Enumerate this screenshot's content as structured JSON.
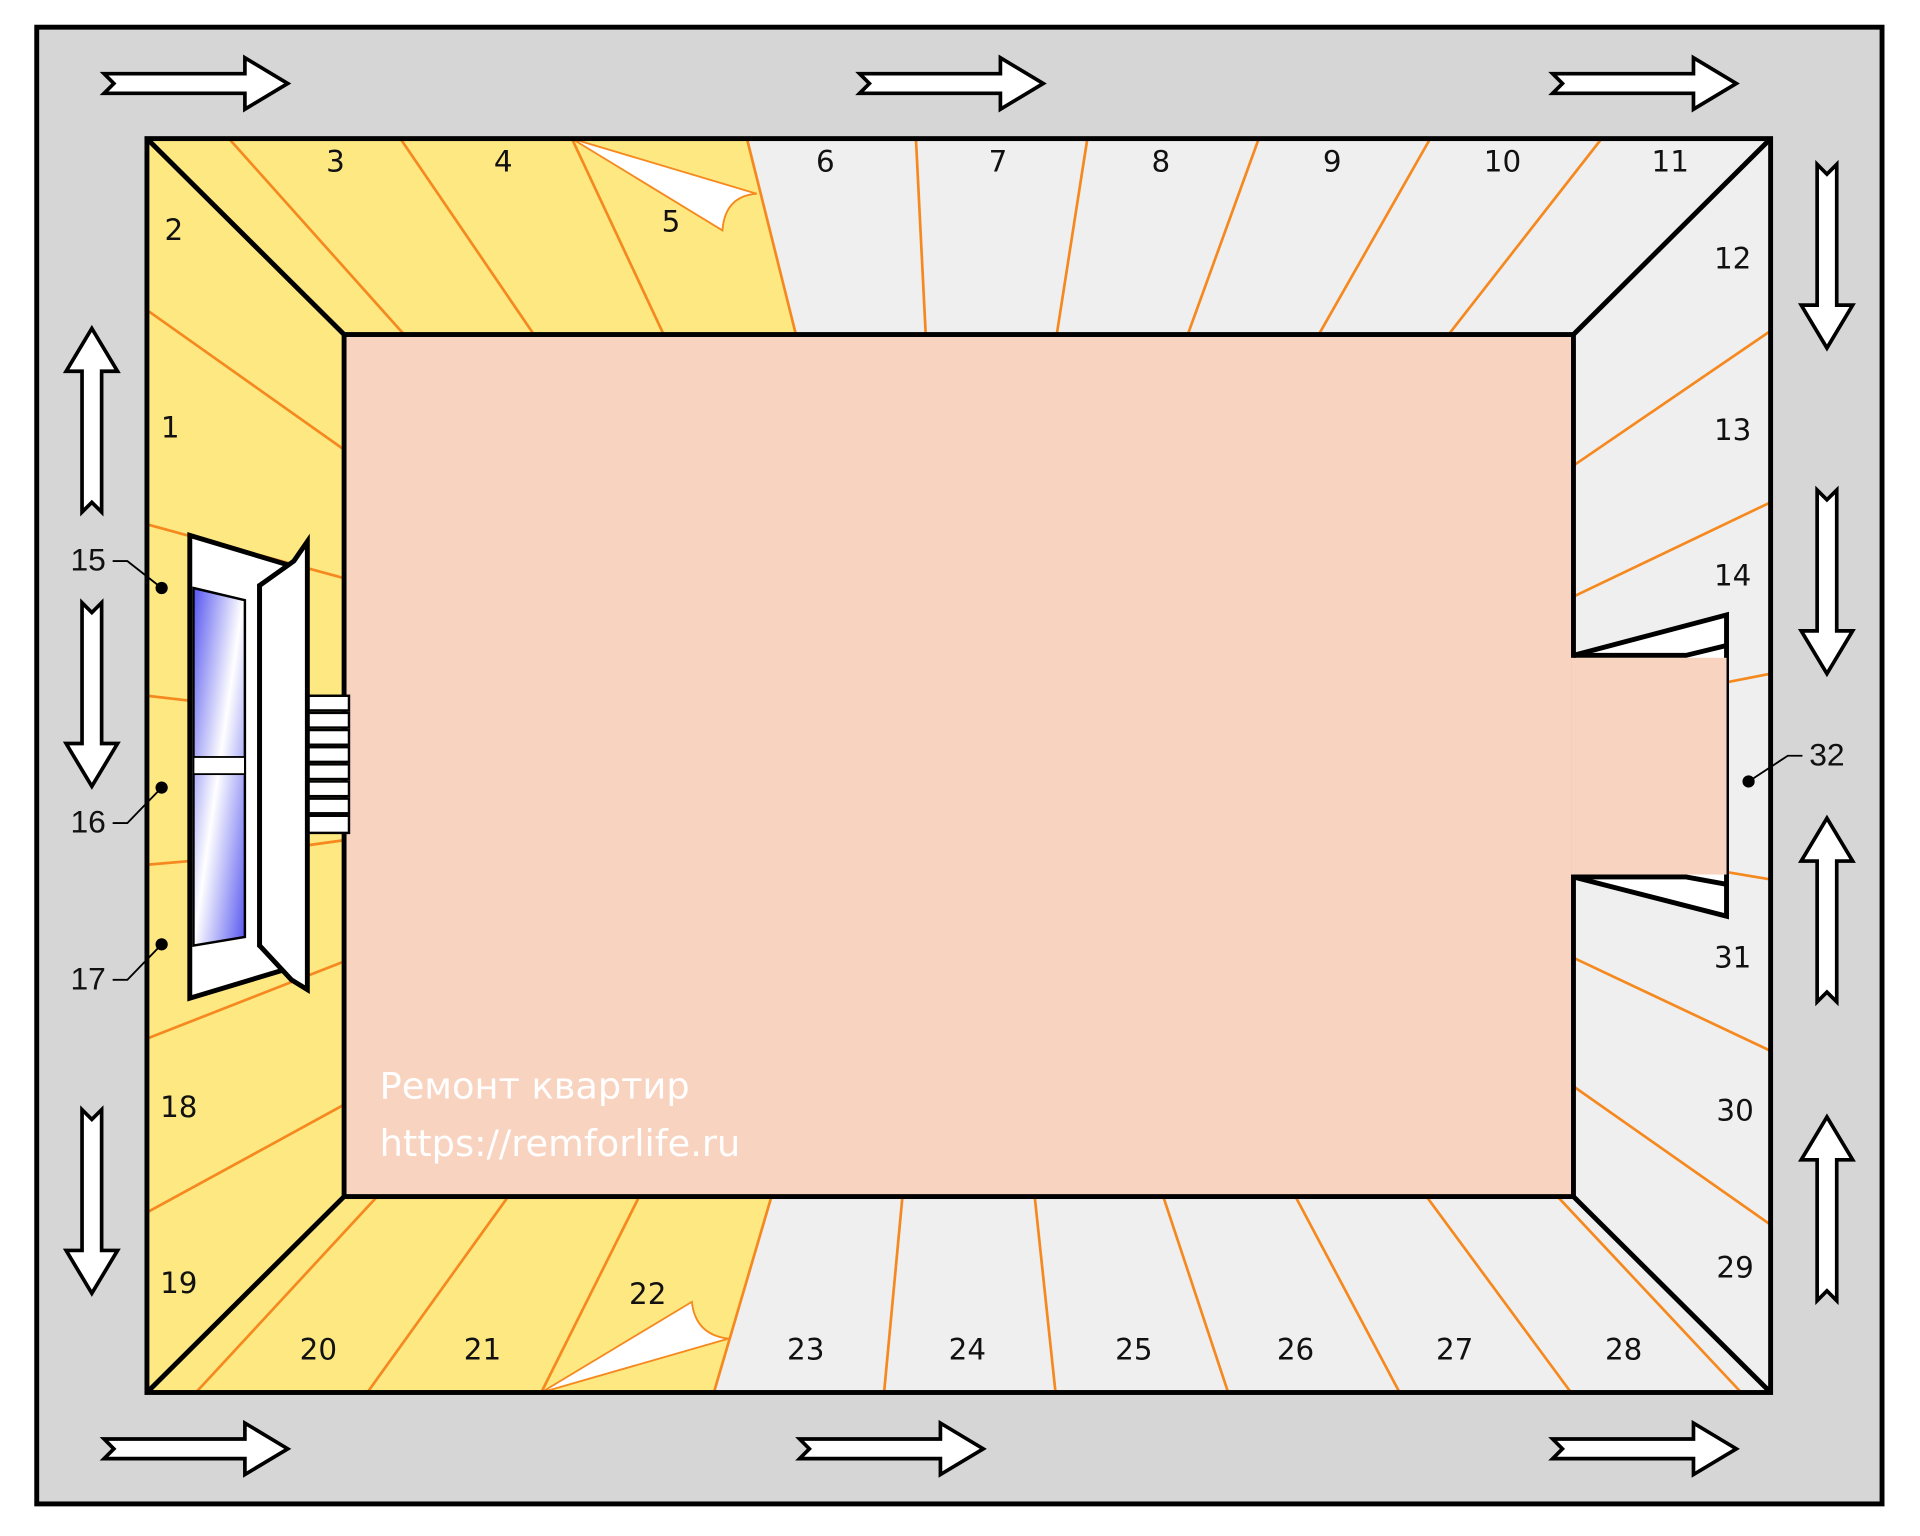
{
  "title": "Wallpaper hanging order diagram",
  "watermark": {
    "line1": "Ремонт квартир",
    "line2": "https://remforlife.ru"
  },
  "strips": [
    "1",
    "2",
    "3",
    "4",
    "5",
    "6",
    "7",
    "8",
    "9",
    "10",
    "11",
    "12",
    "13",
    "14",
    "18",
    "19",
    "20",
    "21",
    "22",
    "23",
    "24",
    "25",
    "26",
    "27",
    "28",
    "29",
    "30",
    "31"
  ],
  "callouts": {
    "c15": "15",
    "c16": "16",
    "c17": "17",
    "c32": "32"
  },
  "colors": {
    "frame": "#d6d6d6",
    "papered": "#fee882",
    "unpapered": "#efefef",
    "floor": "#f8d3c0",
    "seam": "#f5891f",
    "glass": "#6b6bf5"
  },
  "icons": [
    "arrow-right-icon",
    "arrow-up-icon",
    "arrow-down-icon",
    "window-icon",
    "radiator-icon",
    "door-icon",
    "peeling-corner-icon"
  ]
}
